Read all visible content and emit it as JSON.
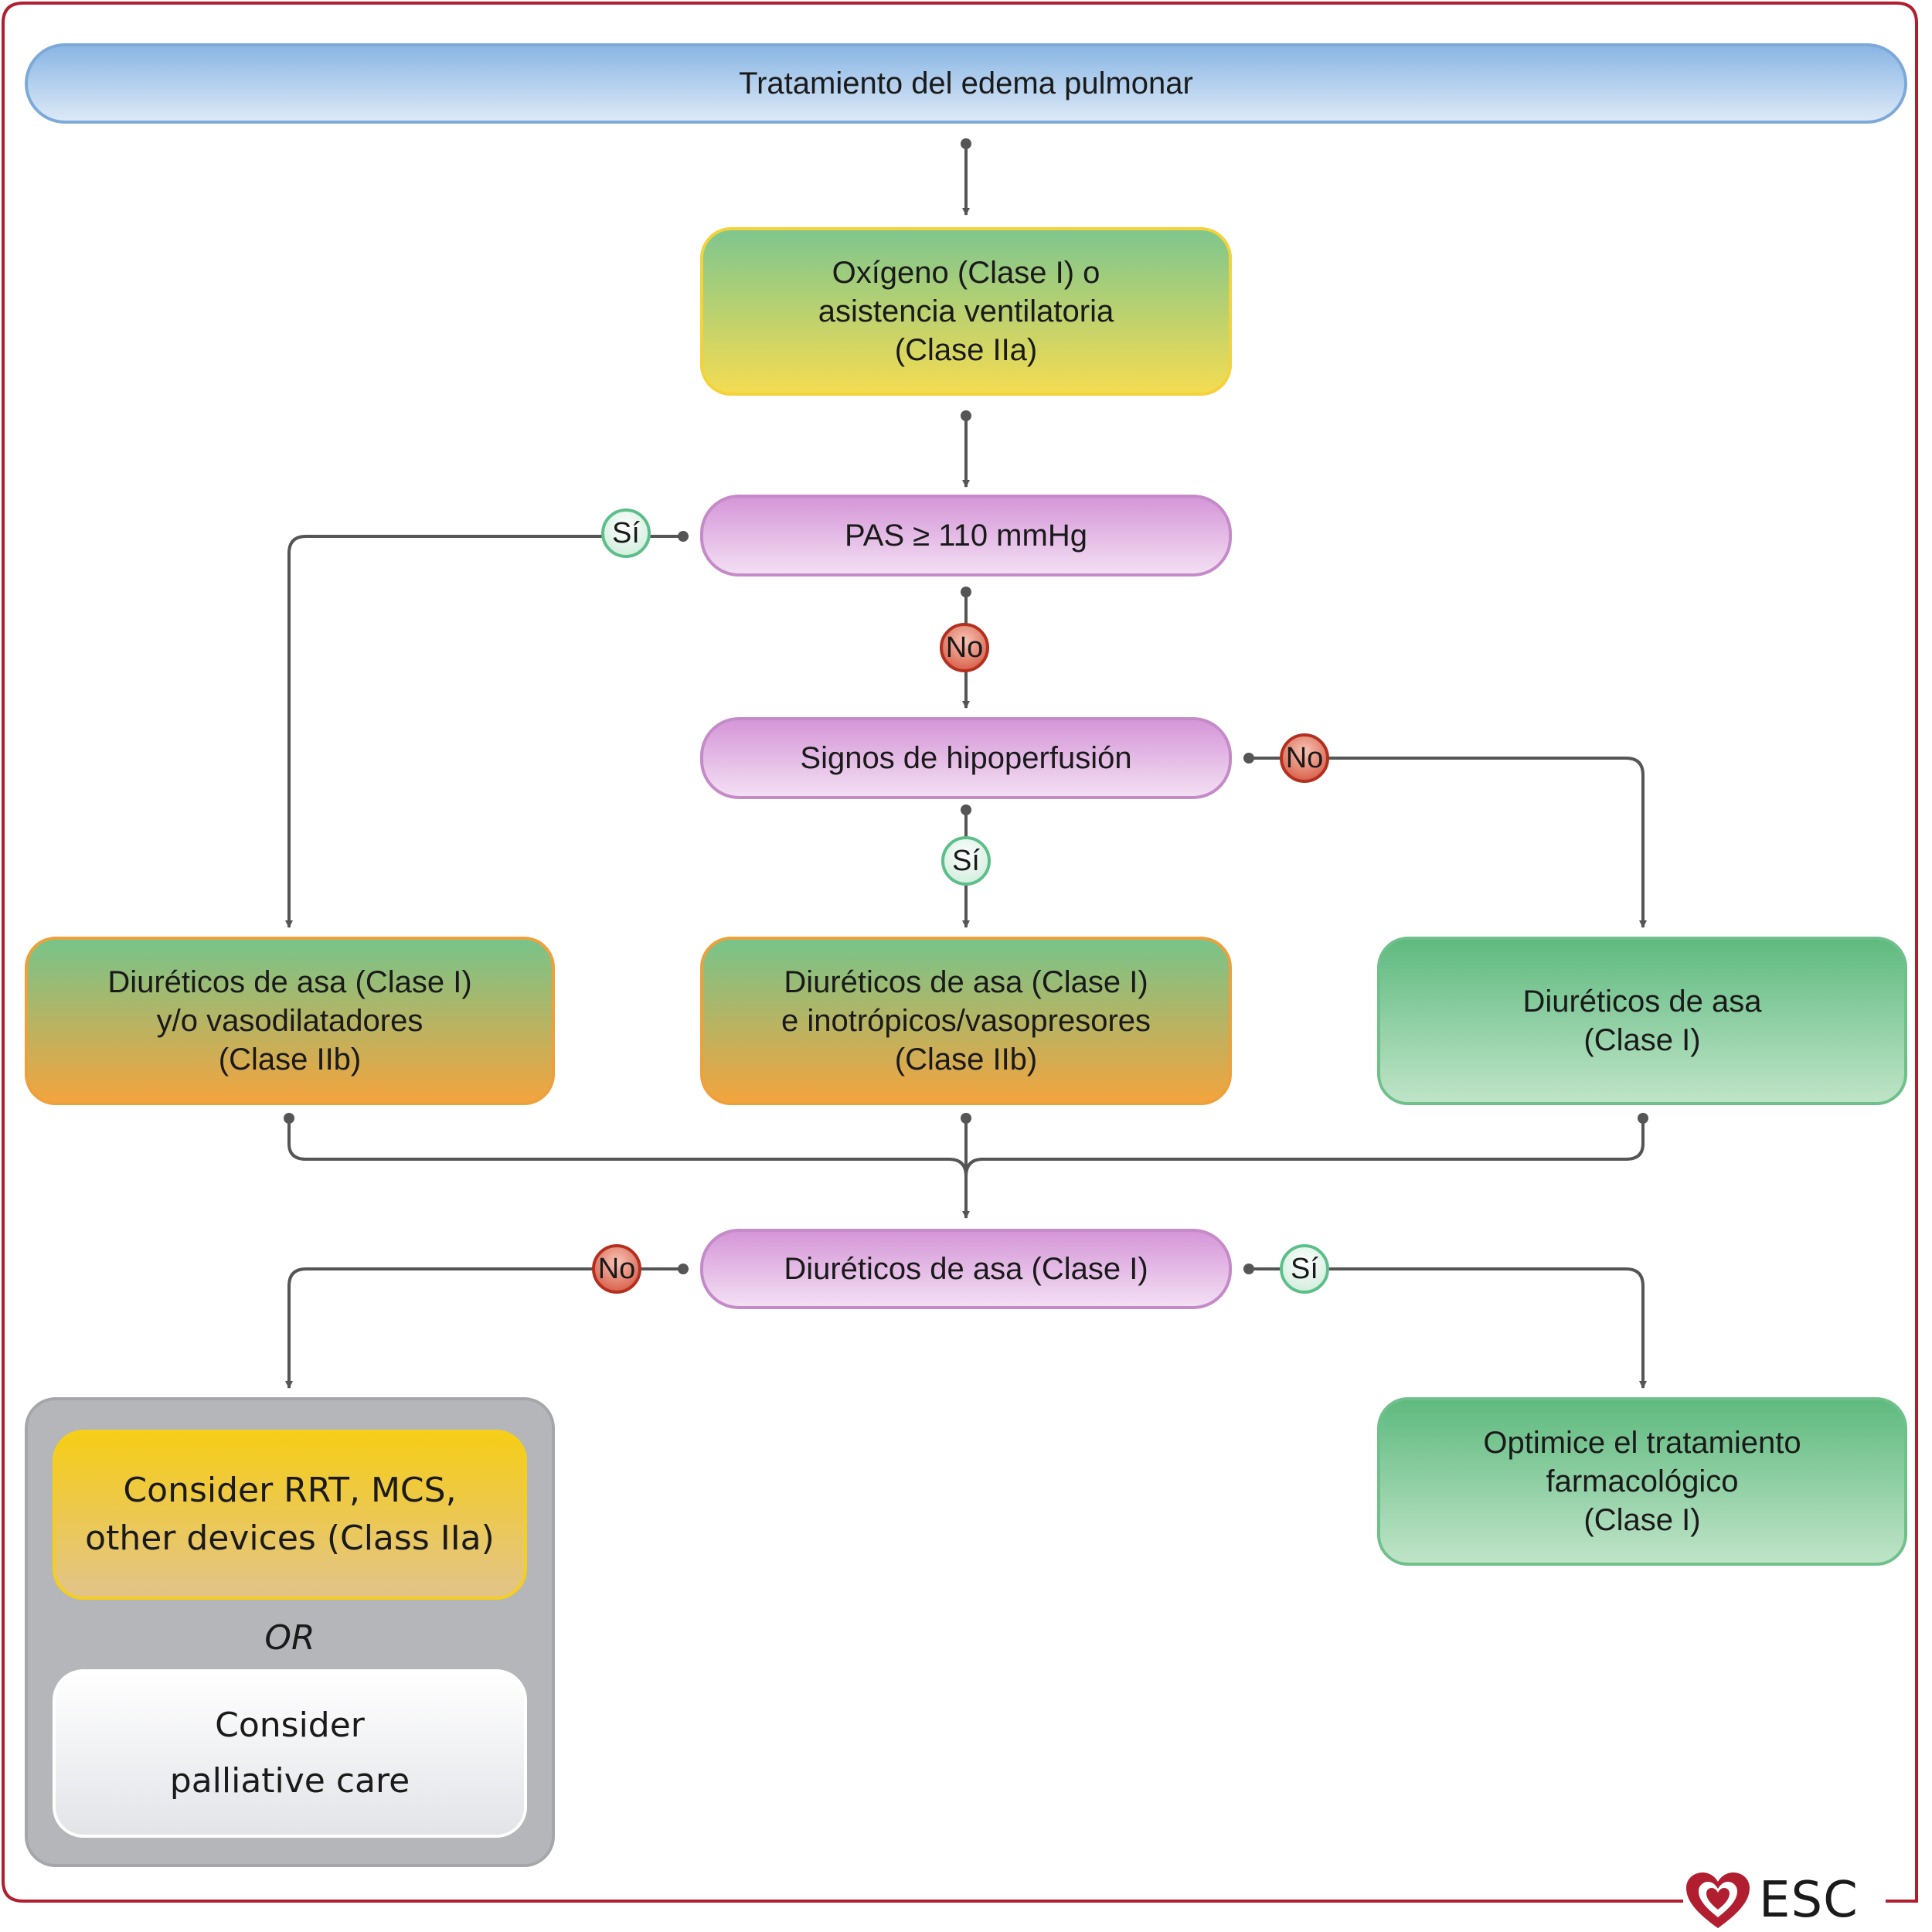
{
  "title": "Tratamiento del edema pulmonar",
  "nodes": {
    "oxygen": [
      "Oxígeno (Clase I) o",
      "asistencia ventilatoria",
      "(Clase IIa)"
    ],
    "pas": "PAS ≥ 110 mmHg",
    "hypoperfusion": "Signos de hipoperfusión",
    "left_diuretics": [
      "Diuréticos de asa (Clase I)",
      "y/o vasodilatadores",
      "(Clase IIb)"
    ],
    "center_diuretics": [
      "Diuréticos de asa (Clase I)",
      "e inotrópicos/vasopresores",
      "(Clase IIb)"
    ],
    "right_diuretics": [
      "Diuréticos de asa",
      "(Clase I)"
    ],
    "response": "Diuréticos de asa (Clase I)",
    "rrt": [
      "Consider RRT, MCS,",
      "other devices (Class IIa)"
    ],
    "or": "OR",
    "palliative": [
      "Consider",
      "palliative care"
    ],
    "optimize": [
      "Optimice el tratamiento",
      "farmacológico",
      "(Clase I)"
    ]
  },
  "badges": {
    "yes": "Sí",
    "no": "No"
  },
  "logo": "ESC",
  "colors": {
    "frame": "#b01e2f",
    "connector": "#555555",
    "yes_badge": "#5cbf8a",
    "no_badge": "#c23a26"
  }
}
